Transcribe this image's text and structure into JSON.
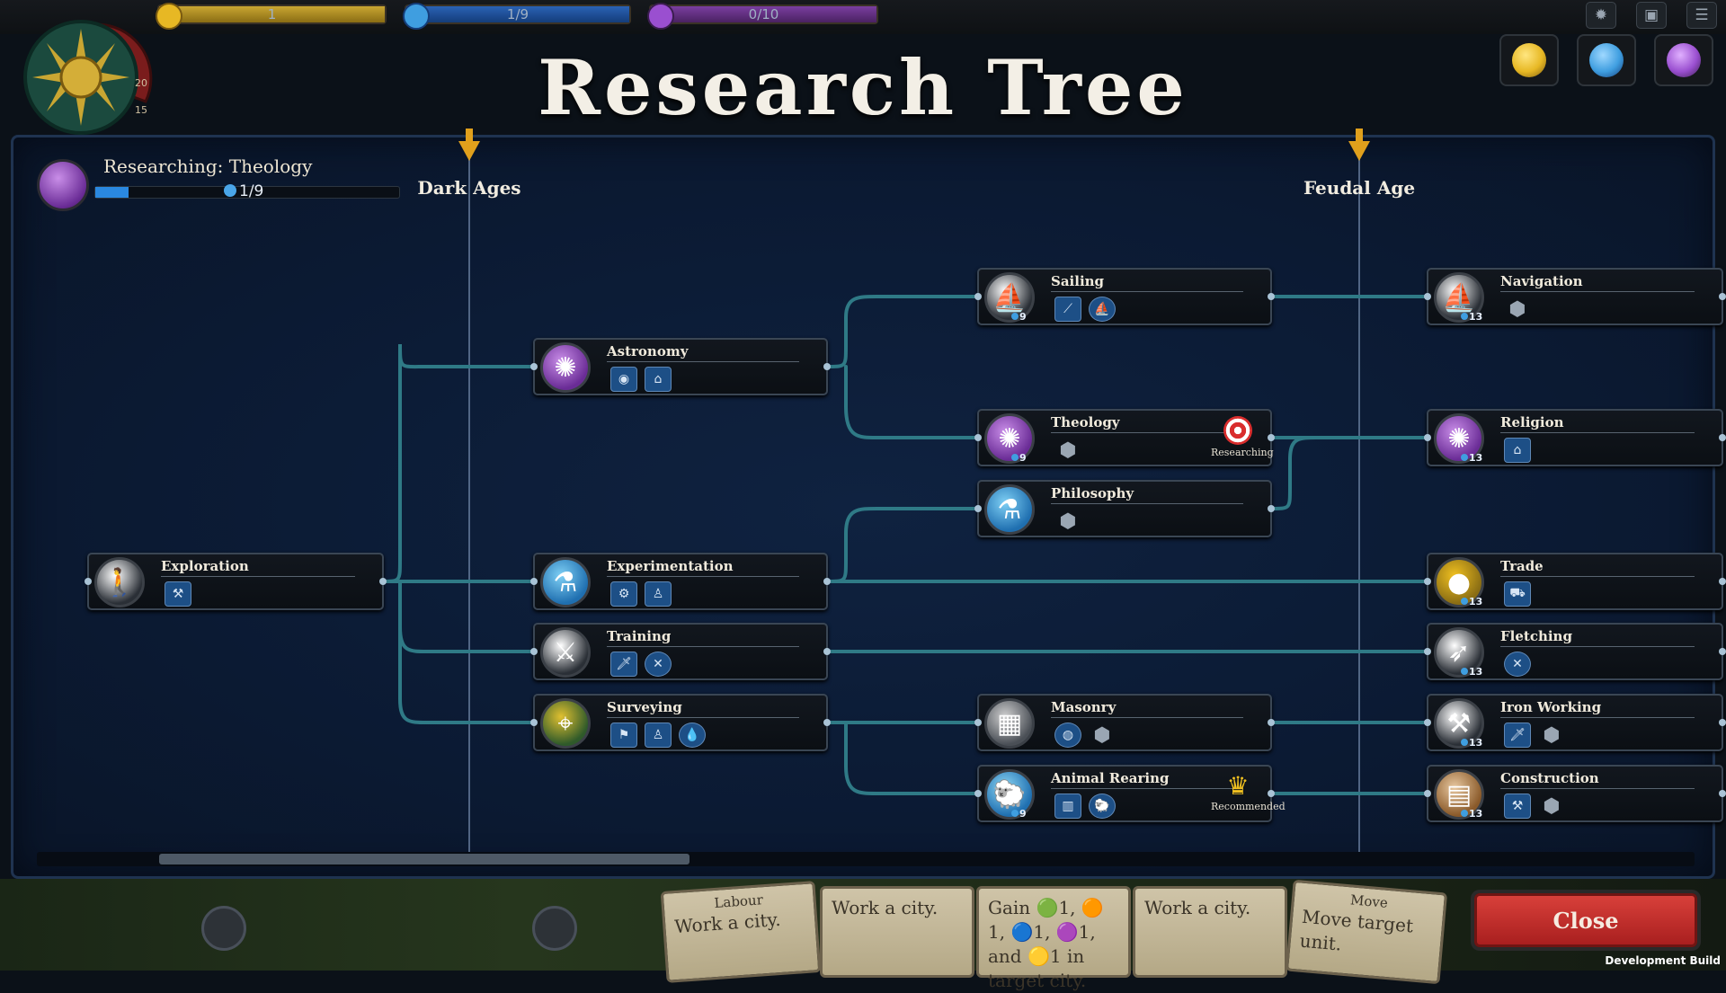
{
  "title": "Research Tree",
  "hud": {
    "resources": [
      {
        "id": "gold",
        "value": "1",
        "color": "#c9a632"
      },
      {
        "id": "research",
        "value": "1/9",
        "color": "#2a62b5"
      },
      {
        "id": "faith",
        "value": "0/10",
        "color": "#7a3ea0"
      }
    ],
    "sundial_ticks": [
      "20",
      "15"
    ],
    "top_buttons": [
      "bug-icon",
      "screenshot-icon",
      "menu-icon"
    ],
    "orbs": [
      {
        "name": "gold-orb",
        "color": "#e7b824"
      },
      {
        "name": "research-orb",
        "color": "#3f9ee0"
      },
      {
        "name": "faith-orb",
        "color": "#9a4fd0"
      }
    ]
  },
  "researching": {
    "label": "Researching: Theology",
    "progress": "1/9",
    "progress_fraction": 0.11
  },
  "ages": [
    {
      "label": "Dark Ages"
    },
    {
      "label": "Feudal Age"
    }
  ],
  "techs": [
    {
      "id": "exploration",
      "name": "Exploration",
      "cost": "",
      "icon_color": "#ffffff",
      "icon_bg": "#2a2f36",
      "unlocks": [
        "hammer"
      ]
    },
    {
      "id": "astronomy",
      "name": "Astronomy",
      "cost": "",
      "icon_color": "#c98ee8",
      "icon_bg": "#6a2c96",
      "unlocks": [
        "eye",
        "building"
      ]
    },
    {
      "id": "experimentation",
      "name": "Experimentation",
      "cost": "",
      "icon_color": "#7fd0f5",
      "icon_bg": "#1f6fb0",
      "unlocks": [
        "tool",
        "person"
      ]
    },
    {
      "id": "training",
      "name": "Training",
      "cost": "",
      "icon_color": "#ffffff",
      "icon_bg": "#2a2f36",
      "unlocks": [
        "sword",
        "crossed"
      ]
    },
    {
      "id": "surveying",
      "name": "Surveying",
      "cost": "",
      "icon_color": "#e0c030",
      "icon_bg": "#2f5a2a",
      "unlocks": [
        "flag",
        "person",
        "water"
      ]
    },
    {
      "id": "sailing",
      "name": "Sailing",
      "cost": "9",
      "icon_color": "#ffffff",
      "icon_bg": "#2a2f36",
      "unlocks": [
        "oar",
        "ship"
      ]
    },
    {
      "id": "theology",
      "name": "Theology",
      "cost": "9",
      "icon_color": "#c98ee8",
      "icon_bg": "#6a2c96",
      "unlocks": [
        "hex"
      ],
      "status": "Researching"
    },
    {
      "id": "philosophy",
      "name": "Philosophy",
      "cost": "",
      "icon_color": "#7fd0f5",
      "icon_bg": "#1f6fb0",
      "unlocks": [
        "hex"
      ]
    },
    {
      "id": "masonry",
      "name": "Masonry",
      "cost": "",
      "icon_color": "#d0d0d0",
      "icon_bg": "#4a4f56",
      "unlocks": [
        "stone",
        "hex"
      ]
    },
    {
      "id": "animal-rearing",
      "name": "Animal Rearing",
      "cost": "9",
      "icon_color": "#8fd8f5",
      "icon_bg": "#1f6fb0",
      "unlocks": [
        "pen",
        "sheep"
      ],
      "status": "Recommended"
    },
    {
      "id": "navigation",
      "name": "Navigation",
      "cost": "13",
      "icon_color": "#ffffff",
      "icon_bg": "#2a2f36",
      "unlocks": [
        "hex"
      ]
    },
    {
      "id": "religion",
      "name": "Religion",
      "cost": "13",
      "icon_color": "#c98ee8",
      "icon_bg": "#6a2c96",
      "unlocks": [
        "building"
      ]
    },
    {
      "id": "trade",
      "name": "Trade",
      "cost": "13",
      "icon_color": "#f0c020",
      "icon_bg": "#8a6d14",
      "unlocks": [
        "cart"
      ]
    },
    {
      "id": "fletching",
      "name": "Fletching",
      "cost": "13",
      "icon_color": "#ffffff",
      "icon_bg": "#2a2f36",
      "unlocks": [
        "crossed"
      ]
    },
    {
      "id": "iron-working",
      "name": "Iron Working",
      "cost": "13",
      "icon_color": "#ffffff",
      "icon_bg": "#2a2f36",
      "unlocks": [
        "sword",
        "hex"
      ]
    },
    {
      "id": "construction",
      "name": "Construction",
      "cost": "13",
      "icon_color": "#e8c8a0",
      "icon_bg": "#8a5a2a",
      "unlocks": [
        "hammer",
        "hex"
      ]
    }
  ],
  "cards": [
    {
      "title": "Labour",
      "text": "Work a city."
    },
    {
      "title": "",
      "text": "Work a city."
    },
    {
      "title": "",
      "text": "Gain 🟢1, 🟠1, 🔵1, 🟣1, and 🟡1 in target city."
    },
    {
      "title": "",
      "text": "Work a city."
    },
    {
      "title": "Move",
      "text": "Move target unit."
    }
  ],
  "close_label": "Close",
  "dev_build": "Development Build"
}
